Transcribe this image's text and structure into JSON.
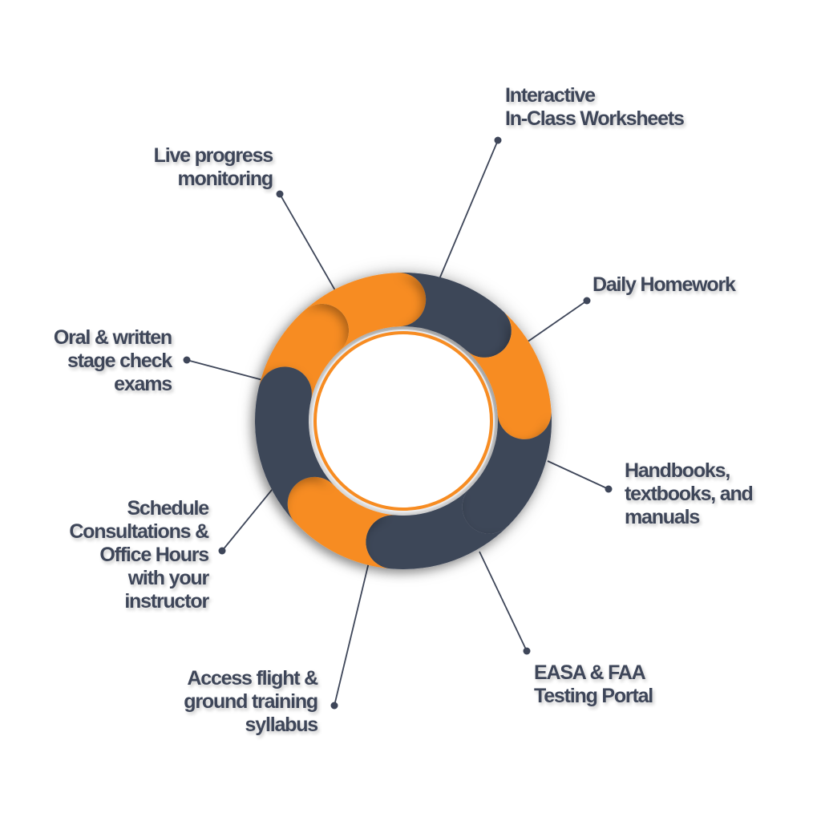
{
  "colors": {
    "orange": "#f78c22",
    "navy": "#3e4659",
    "text": "#3e4659",
    "connector": "#3e4659"
  },
  "cycle": {
    "segments": [
      {
        "name": "segment-top-navy",
        "color": "navy"
      },
      {
        "name": "segment-right-orange",
        "color": "orange"
      },
      {
        "name": "segment-right-navy",
        "color": "navy"
      },
      {
        "name": "segment-bottom-right-navy",
        "color": "navy"
      },
      {
        "name": "segment-bottom-orange",
        "color": "orange"
      },
      {
        "name": "segment-left-navy",
        "color": "navy"
      },
      {
        "name": "segment-left-orange",
        "color": "orange"
      },
      {
        "name": "segment-top-left-orange",
        "color": "orange"
      }
    ]
  },
  "labels": {
    "interactive_worksheets": [
      "Interactive",
      "In-Class Worksheets"
    ],
    "daily_homework": [
      "Daily Homework"
    ],
    "handbooks": [
      "Handbooks,",
      "textbooks, and",
      "manuals"
    ],
    "testing_portal": [
      "EASA & FAA",
      "Testing Portal"
    ],
    "syllabus": [
      "Access flight &",
      "ground training",
      "syllabus"
    ],
    "consultations": [
      "Schedule",
      "Consultations &",
      "Office Hours",
      "with your",
      "instructor"
    ],
    "stage_check": [
      "Oral & written",
      "stage check",
      "exams"
    ],
    "progress_monitoring": [
      "Live progress",
      "monitoring"
    ]
  }
}
